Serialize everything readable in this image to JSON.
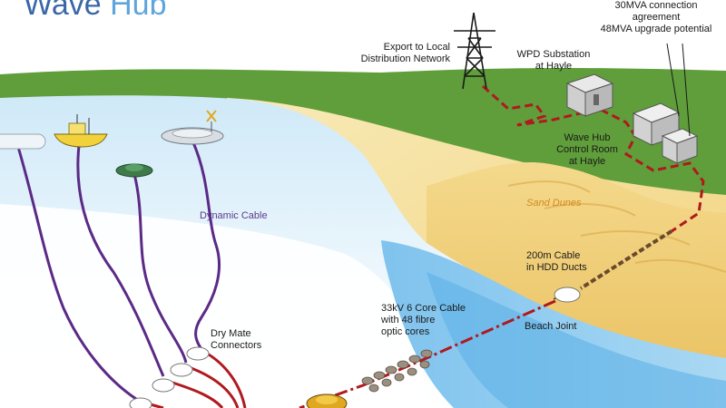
{
  "brand": {
    "word1": "Wave",
    "word2": "Hub"
  },
  "labels": {
    "connection_line1": "30MVA connection",
    "connection_line2": "agreement",
    "connection_line3": "48MVA upgrade potential",
    "export_line1": "Export to Local",
    "export_line2": "Distribution Network",
    "substation_line1": "WPD Substation",
    "substation_line2": "at Hayle",
    "control_line1": "Wave Hub",
    "control_line2": "Control Room",
    "control_line3": "at Hayle",
    "sand_dunes": "Sand Dunes",
    "dynamic_cable": "Dynamic Cable",
    "hdd_line1": "200m Cable",
    "hdd_line2": "in HDD Ducts",
    "core_line1": "33kV 6 Core Cable",
    "core_line2": "with 48 fibre",
    "core_line3": "optic cores",
    "beach_joint": "Beach Joint",
    "drymate_line1": "Dry Mate",
    "drymate_line2": "Connectors"
  },
  "colors": {
    "sea": "#c9e6f6",
    "deep_sea": "#8fc9ec",
    "grass": "#5f9e3a",
    "sand": "#f3dd8f",
    "cable_red": "#b0191e",
    "dynamic_cable": "#5b2a86",
    "brand_dark": "#3a67a8",
    "brand_light": "#5ea5dc"
  }
}
